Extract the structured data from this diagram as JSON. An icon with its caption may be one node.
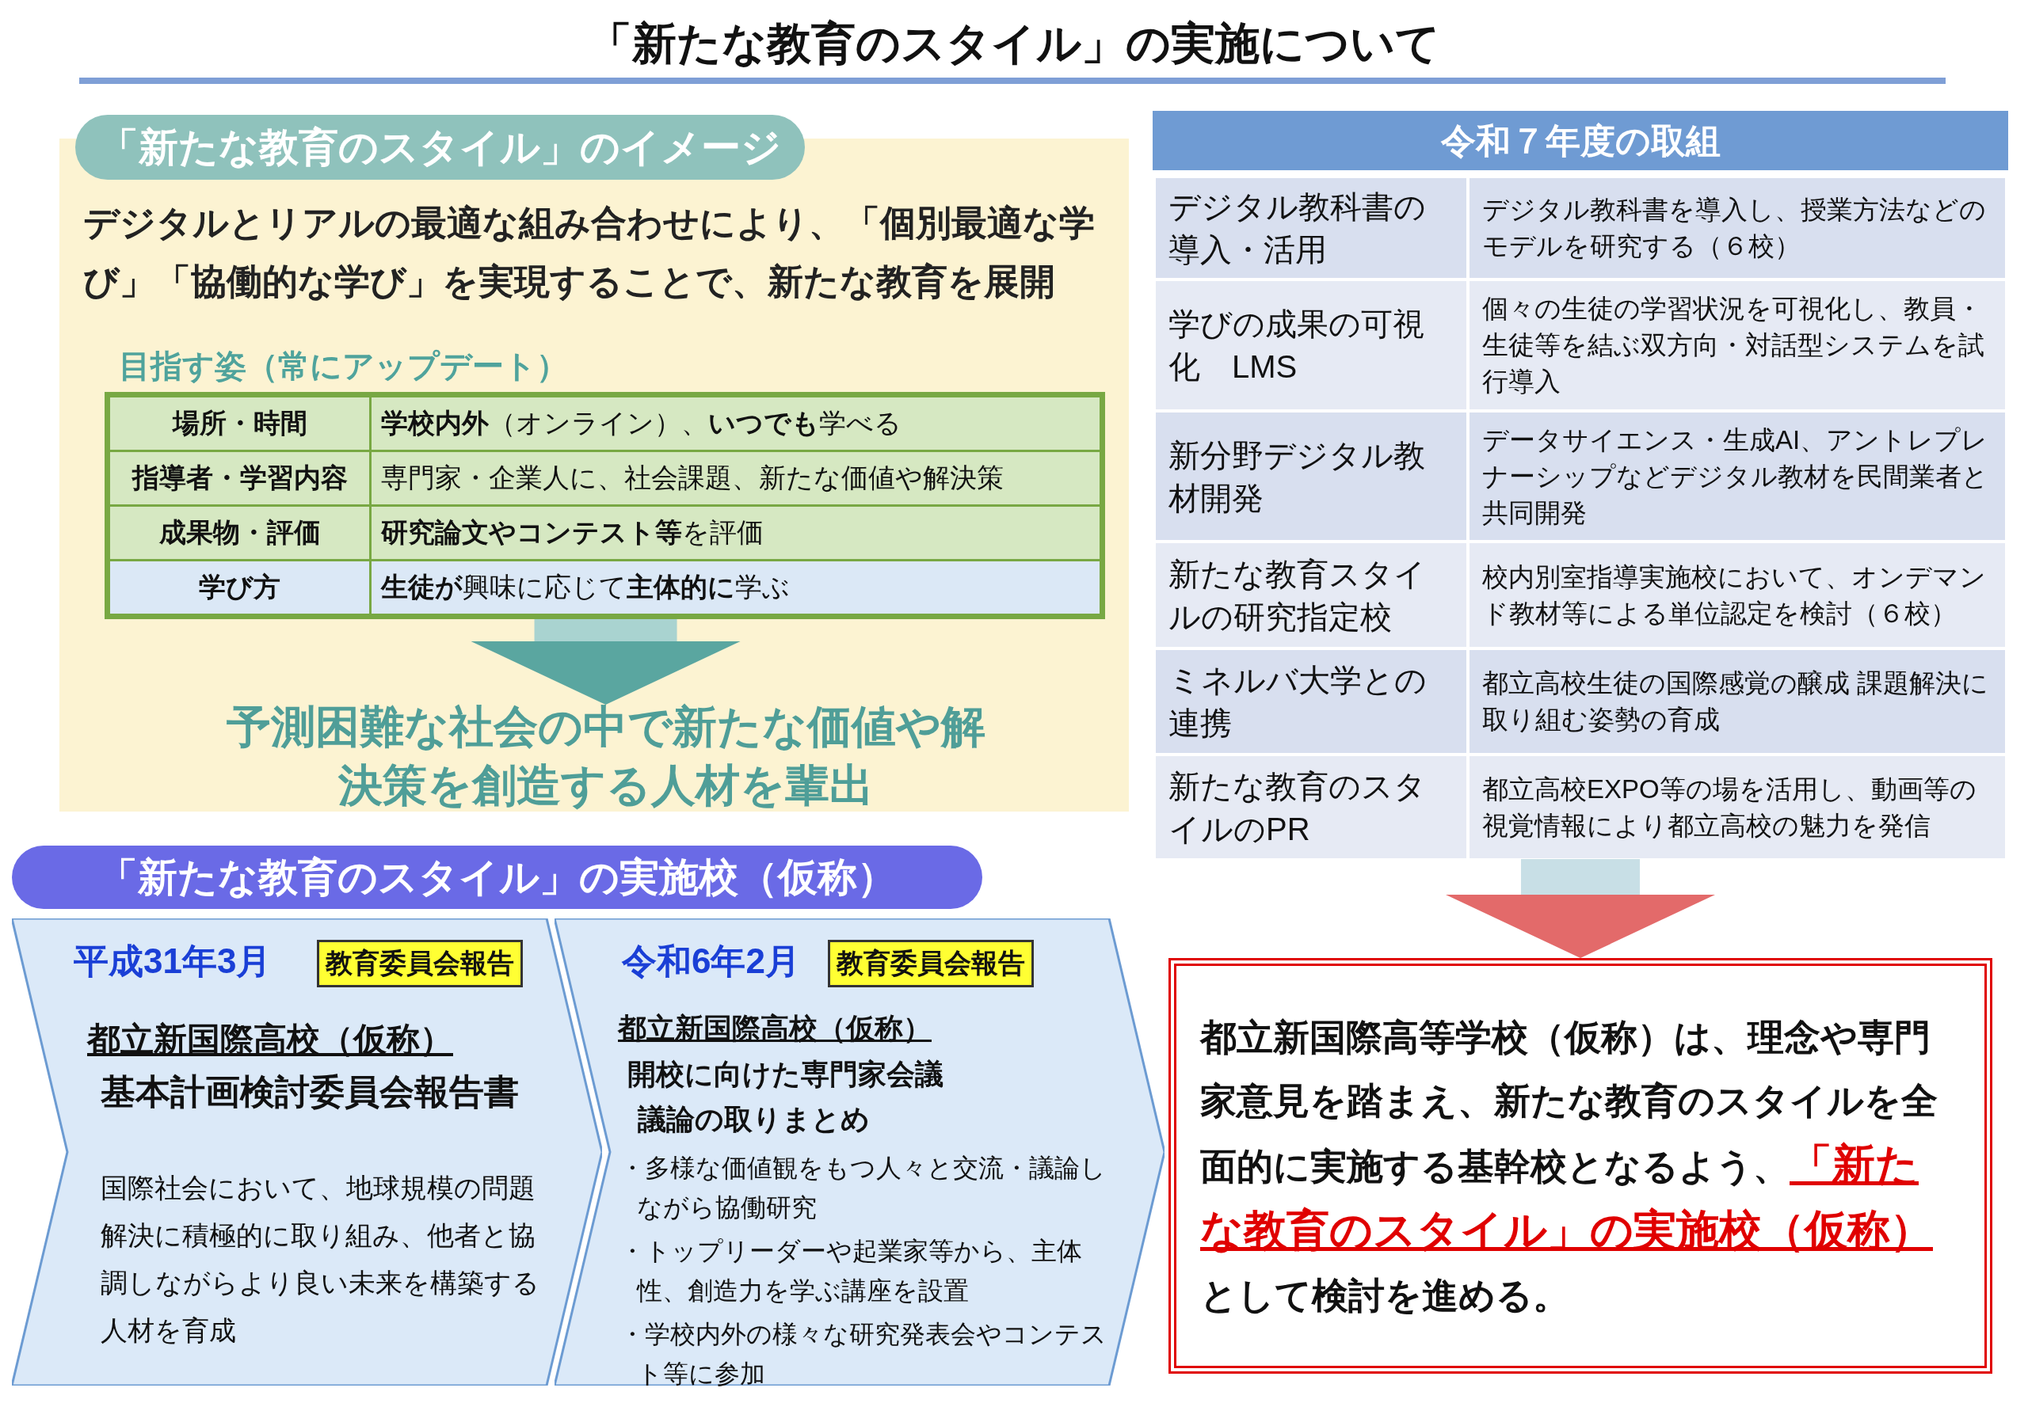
{
  "diagram": {
    "title": "「新たな教育のスタイル」の実施について",
    "nodes": [
      {
        "text": [
          "「新たな教育のスタイル」のイメージ",
          "デジタルとリアルの最適な組み合わせにより、「個別最適な学び」「協働的な学び」を実現することで、新たな教育を展開",
          "目指す姿（常にアップデート）"
        ]
      },
      {
        "text": [
          "場所・時間",
          "**学校内外**（オンライン）、**いつでも**学べる",
          "指導者・学習内容",
          "専門家・企業人に、社会課題、新たな価値や解決策",
          "成果物・評価",
          "**研究論文やコンテスト等**を評価",
          "学び方",
          "**生徒が**興味に応じて**主体的に**学ぶ"
        ],
        "in": 0
      },
      {
        "text": [
          "予測困難な社会の中で新たな価値や解決策を創造する人材を輩出"
        ],
        "in": 0
      },
      {
        "text": [
          "令和７年度の取組",
          "デジタル教科書の導入・活用",
          "デジタル教科書を導入し、授業方法などのモデルを研究する（６校）",
          "学びの成果の可視化　LMS",
          "個々の生徒の学習状況を可視化し、教員・生徒等を結ぶ双方向・対話型システムを試行導入",
          "新分野デジタル教材開発",
          "データサイエンス・生成AI、アントレプレナーシップなどデジタル教材を民間業者と共同開発",
          "新たな教育スタイルの研究指定校",
          "校内別室指導実施校において、オンデマンド教材等による単位認定を検討（６校）",
          "ミネルバ大学との連携",
          "都立高校生徒の国際感覚の醸成 課題解決に取り組む姿勢の育成",
          "新たな教育のスタイルのPR",
          "都立高校EXPO等の場を活用し、動画等の視覚情報により都立高校の魅力を発信"
        ]
      },
      {
        "text": [
          "都立新国際高等学校（仮称）は、理念や専門家意見を踏まえ、新たな教育のスタイルを全面的に実施する基幹校となるよう、",
          "「新たな教育のスタイル」の実施校（仮称）",
          "として検討を進める。"
        ]
      },
      {
        "text": [
          "「新たな教育のスタイル」の実施校（仮称）"
        ]
      },
      {
        "text": [
          "平成31年3月",
          "教育委員会報告",
          "都立新国際高校（仮称）",
          "基本計画検討委員会報告書",
          "国際社会において、地球規模の問題解決に積極的に取り組み、他者と協調しながらより良い未来を構築する人材を育成"
        ]
      },
      {
        "text": [
          "令和6年2月",
          "教育委員会報告",
          "都立新国際高校（仮称）",
          "開校に向けた専門家会議",
          "議論の取りまとめ",
          "・多様な価値観をもつ人々と交流・議論しながら協働研究",
          "・トップリーダーや起業家等から、主体性、創造力を学ぶ講座を設置",
          "・学校内外の様々な研究発表会やコンテスト等に参加"
        ]
      }
    ],
    "edges": [
      {
        "from": 1,
        "to": 2,
        "arrow": "to"
      },
      {
        "from": 3,
        "to": 4,
        "arrow": "to"
      }
    ]
  }
}
